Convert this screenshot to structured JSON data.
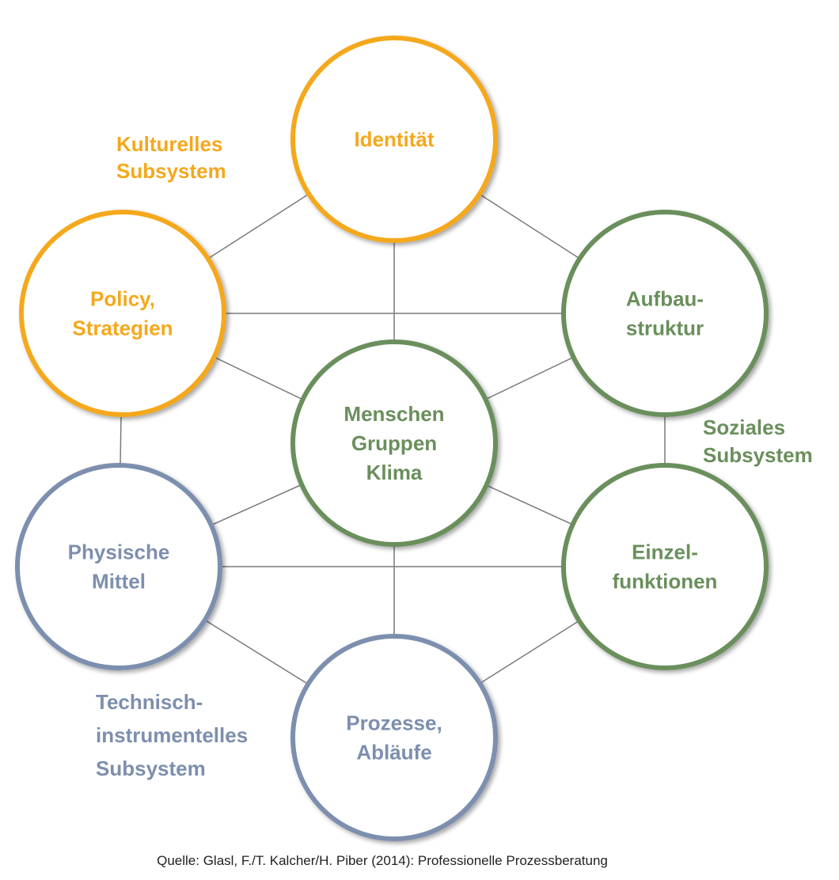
{
  "colors": {
    "cultural": "#F5A81C",
    "social": "#6A8F5C",
    "technical": "#7D8FAE",
    "connector": "#7a7a7a"
  },
  "nodes": {
    "identitaet": {
      "lines": [
        "Identität"
      ],
      "group": "cultural"
    },
    "policy": {
      "lines": [
        "Policy,",
        "Strategien"
      ],
      "group": "cultural"
    },
    "aufbau": {
      "lines": [
        "Aufbau-",
        "struktur"
      ],
      "group": "social"
    },
    "menschen": {
      "lines": [
        "Menschen",
        "Gruppen",
        "Klima"
      ],
      "group": "social"
    },
    "einzel": {
      "lines": [
        "Einzel-",
        "funktionen"
      ],
      "group": "social"
    },
    "physisch": {
      "lines": [
        "Physische",
        "Mittel"
      ],
      "group": "technical"
    },
    "prozesse": {
      "lines": [
        "Prozesse,",
        "Abläufe"
      ],
      "group": "technical"
    }
  },
  "subsystems": {
    "cultural": {
      "lines": [
        "Kulturelles",
        "Subsystem"
      ]
    },
    "social": {
      "lines": [
        "Soziales",
        "Subsystem"
      ]
    },
    "technical": {
      "lines": [
        "Technisch-",
        "instrumentelles",
        "Subsystem"
      ]
    }
  },
  "source": "Quelle: Glasl, F./T. Kalcher/H. Piber (2014): Professionelle Prozessberatung"
}
